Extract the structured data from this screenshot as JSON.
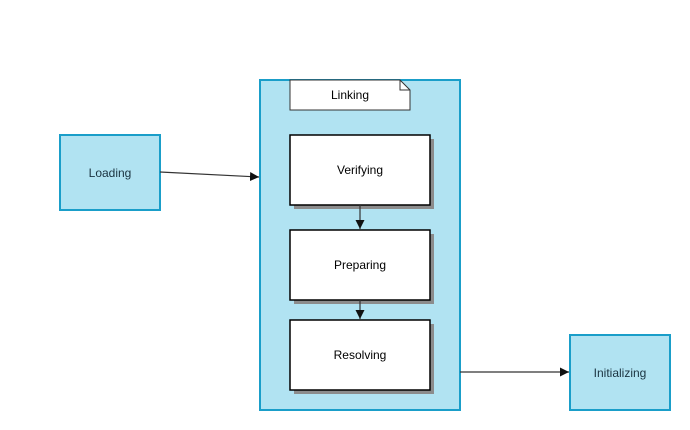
{
  "diagram": {
    "nodes": {
      "loading": {
        "label": "Loading"
      },
      "linking": {
        "label": "Linking"
      },
      "verifying": {
        "label": "Verifying"
      },
      "preparing": {
        "label": "Preparing"
      },
      "resolving": {
        "label": "Resolving"
      },
      "initializing": {
        "label": "Initializing"
      }
    },
    "edges": [
      {
        "from": "loading",
        "to": "linking"
      },
      {
        "from": "verifying",
        "to": "preparing"
      },
      {
        "from": "preparing",
        "to": "resolving"
      },
      {
        "from": "linking",
        "to": "initializing"
      }
    ]
  },
  "colors": {
    "container_fill": "#b1e3f2",
    "container_stroke": "#1a9ec9",
    "step_fill": "#ffffff",
    "step_stroke": "#000000",
    "shadow": "#8c8c8c",
    "edge": "#333333"
  }
}
